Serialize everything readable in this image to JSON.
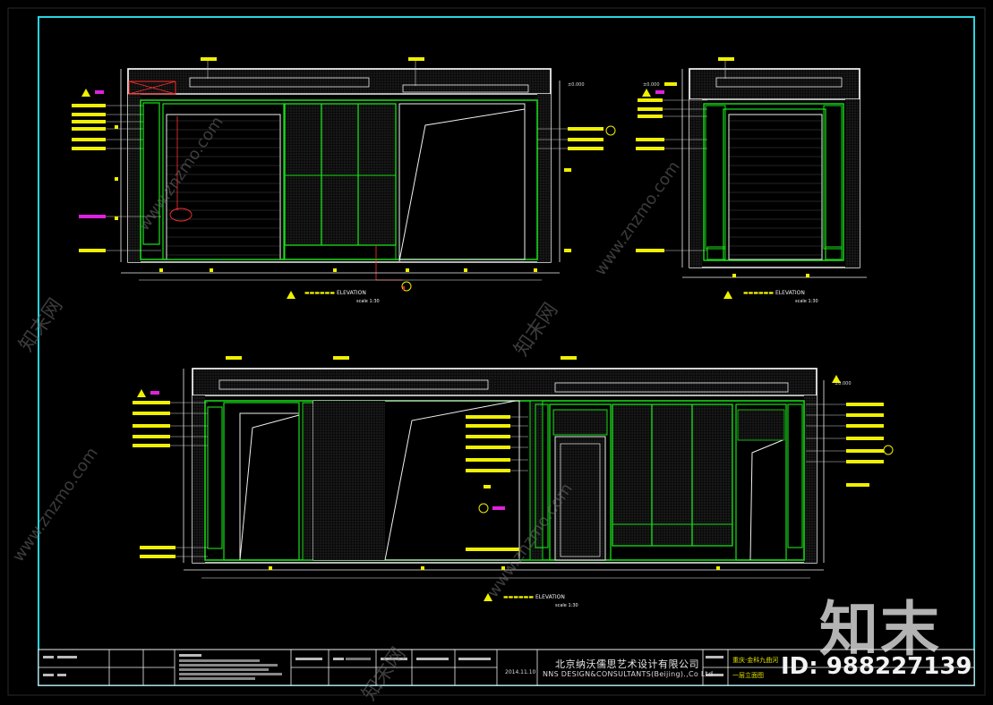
{
  "drawing": {
    "elevations": [
      {
        "id": "elev-a",
        "marker": "A",
        "scale": "scale 1:30"
      },
      {
        "id": "elev-b",
        "marker": "B",
        "scale": "scale 1:30"
      },
      {
        "id": "elev-c",
        "marker": "C",
        "scale": "scale 1:30"
      }
    ],
    "elevation_label": "ELEVATION",
    "level_mark": "±0.000"
  },
  "title_block": {
    "company_cn": "北京纳沃儒思艺术设计有限公司",
    "company_en": "NNS DESIGN&CONSULTANTS(Beijing).,Co Ltd",
    "date": "2014.11.10",
    "project_line1": "重庆·金科九曲河",
    "project_line2": "一层立面图"
  },
  "watermarks": {
    "logo_cn": "知末",
    "id_text": "ID: 988227139",
    "site_cn": "知末网",
    "site_url": "www.znzmo.com"
  },
  "colors": {
    "frame": "#2ad4e0",
    "outline": "#f0f0f0",
    "wall": "#19e119",
    "annotation": "#f0f000",
    "tag": "#e020e0",
    "callout": "#ff2020"
  }
}
